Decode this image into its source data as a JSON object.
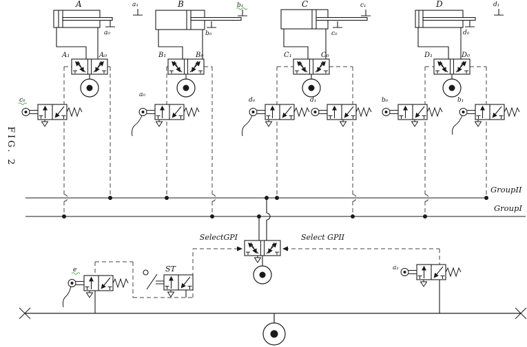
{
  "fig_label": "FIG. 2",
  "buses": {
    "group_2": "GroupII",
    "group_1": "GroupI"
  },
  "cylinders": [
    {
      "name": "A",
      "pilot_left": "A₁",
      "pilot_right": "A₀",
      "marker_extended": "a₁",
      "marker_retracted": "a₀"
    },
    {
      "name": "B",
      "pilot_left": "B₁",
      "pilot_right": "B₀",
      "marker_extended": "b₁",
      "marker_retracted": "b₀"
    },
    {
      "name": "C",
      "pilot_left": "C₁",
      "pilot_right": "C₀",
      "marker_extended": "c₁",
      "marker_retracted": "c₀"
    },
    {
      "name": "D",
      "pilot_left": "D₁",
      "pilot_right": "D₀",
      "marker_extended": "d₁",
      "marker_retracted": "d₀"
    }
  ],
  "limit_valves": {
    "v_c0": "c₀",
    "v_a0": "a₀",
    "v_d0": "d₀",
    "v_d1": "d₁",
    "v_b0": "b₀",
    "v_b1": "b₁"
  },
  "control": {
    "start_valve": "ST",
    "e_valve": "e",
    "a1_valve": "a₁",
    "select_gp1": "SelectGPI",
    "select_gp2": "Select GPII"
  },
  "colors": {
    "line": "#1a1a1a",
    "dashed": "#424242",
    "squiggle": "#2e9b2e",
    "background": "#ffffff"
  }
}
